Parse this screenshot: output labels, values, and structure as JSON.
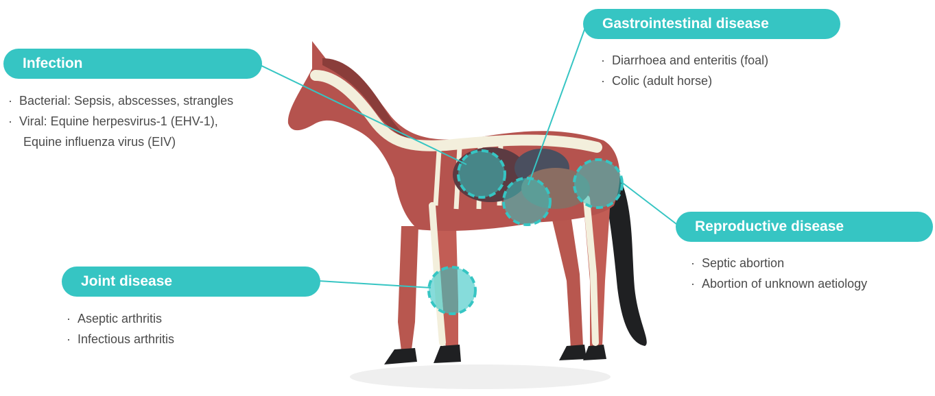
{
  "colors": {
    "accent": "#36c5c3",
    "text": "#4a4a4a",
    "horse_body": "#b5534e",
    "bone": "#f3efdc"
  },
  "infection": {
    "title": "Infection",
    "items": [
      "Bacterial: Sepsis, abscesses, strangles",
      "Viral: Equine herpesvirus-1 (EHV-1),",
      "Equine influenza virus (EIV)"
    ]
  },
  "gastrointestinal": {
    "title": "Gastrointestinal disease",
    "items": [
      "Diarrhoea and enteritis (foal)",
      "Colic (adult horse)"
    ]
  },
  "reproductive": {
    "title": "Reproductive disease",
    "items": [
      "Septic abortion",
      "Abortion of unknown aetiology"
    ]
  },
  "joint": {
    "title": "Joint disease",
    "items": [
      "Aseptic arthritis",
      "Infectious arthritis"
    ]
  }
}
